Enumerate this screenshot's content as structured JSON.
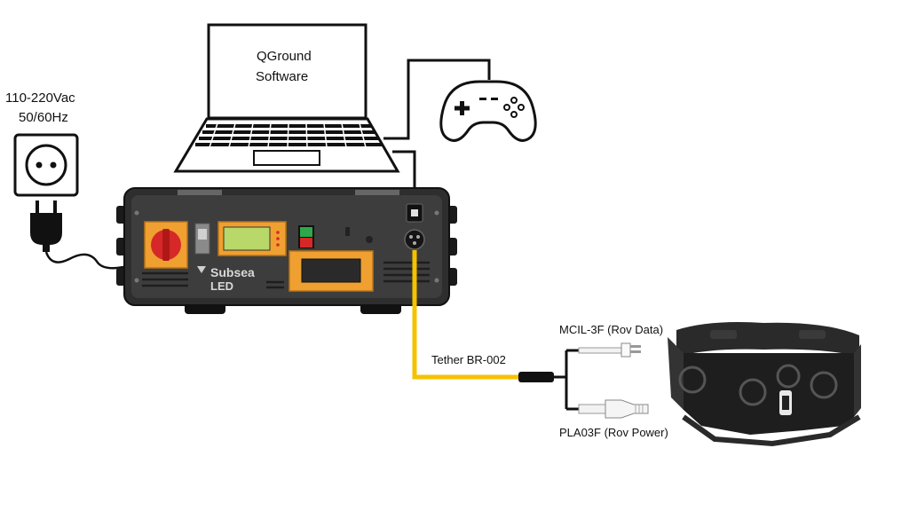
{
  "power": {
    "voltage": "110-220Vac",
    "frequency": "50/60Hz"
  },
  "laptop": {
    "line1": "QGround",
    "line2": "Software"
  },
  "control_box": {
    "brand_top": "Subsea",
    "brand_bottom": "LED"
  },
  "tether": {
    "label": "Tether BR-002"
  },
  "connectors": {
    "data": "MCIL-3F (Rov Data)",
    "power": "PLA03F (Rov Power)"
  },
  "colors": {
    "tether": "#f5c200",
    "box_body": "#3a3a3a",
    "switch_orange": "#f0a030",
    "lcd_green": "#b8d86a",
    "rov": "#2a2a2a"
  }
}
